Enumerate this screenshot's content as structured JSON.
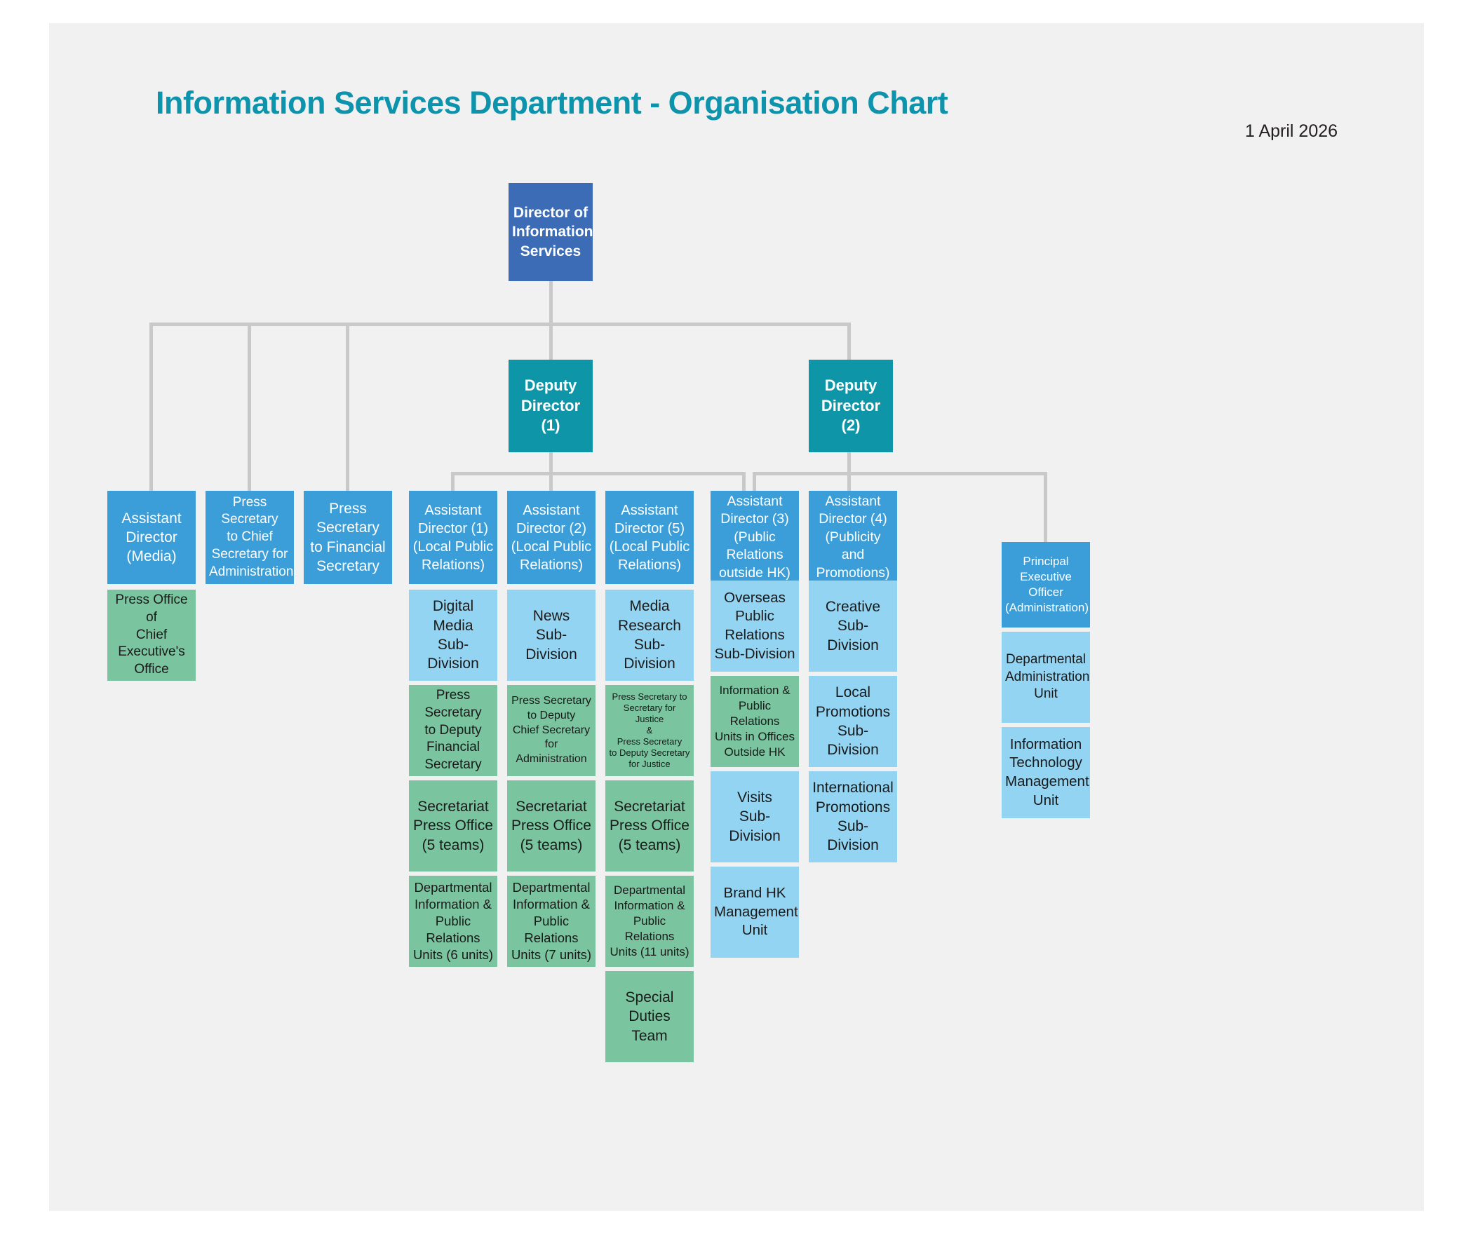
{
  "page": {
    "title": "Information Services Department - Organisation Chart",
    "date": "1 April 2026",
    "background": "#f1f1f1",
    "title_color": "#0d93ab"
  },
  "legend_colors": {
    "director": "#3b6cb5",
    "deputy_director": "#0e96a8",
    "assistant_director": "#3b9ed8",
    "sub_division": "#93d4f2",
    "unit_green": "#7ac49f",
    "connector": "#c9c9c9"
  },
  "nodes": {
    "director": "Director of\nInformation\nServices",
    "deputy_director_1": "Deputy Director\n(1)",
    "deputy_director_2": "Deputy Director\n(2)",
    "ad_media": "Assistant\nDirector (Media)",
    "press_sec_cs_admin": "Press Secretary\nto Chief\nSecretary for\nAdministration",
    "press_sec_fs": "Press Secretary\nto Financial\nSecretary",
    "ad_1": "Assistant\nDirector (1)\n(Local Public\nRelations)",
    "ad_2": "Assistant\nDirector (2)\n(Local Public\nRelations)",
    "ad_5": "Assistant\nDirector (5)\n(Local Public\nRelations)",
    "ad_3": "Assistant\nDirector (3)\n(Public Relations\noutside HK)",
    "ad_4": "Assistant\nDirector (4)\n(Publicity and\nPromotions)",
    "peo_admin": "Principal\nExecutive Officer\n(Administration)",
    "press_office_ceo": "Press Office of\nChief Executive's\nOffice",
    "digital_media_sub": "Digital Media\nSub-Division",
    "news_sub": "News\nSub-Division",
    "media_research_sub": "Media Research\nSub-Division",
    "overseas_pr_sub": "Overseas\nPublic Relations\nSub-Division",
    "creative_sub": "Creative\nSub-Division",
    "press_sec_dfs": "Press Secretary\nto Deputy\nFinancial\nSecretary",
    "press_sec_dcs_admin": "Press Secretary\nto Deputy\nChief Secretary\nfor Administration",
    "press_sec_sj": "Press Secretary to\nSecretary for Justice\n&\nPress Secretary\nto Deputy Secretary\nfor Justice",
    "ipr_units_outside_hk": "Information &\nPublic Relations\nUnits in Offices\nOutside HK",
    "local_promotions_sub": "Local\nPromotions\nSub-Division",
    "dept_admin_unit": "Departmental\nAdministration\nUnit",
    "secretariat_press_office_1": "Secretariat\nPress Office\n(5 teams)",
    "secretariat_press_office_2": "Secretariat\nPress Office\n(5 teams)",
    "secretariat_press_office_5": "Secretariat\nPress Office\n(5 teams)",
    "visits_sub": "Visits\nSub-Division",
    "intl_promotions_sub": "International\nPromotions\nSub-Division",
    "it_mgmt_unit": "Information\nTechnology\nManagement\nUnit",
    "dipr_units_6": "Departmental\nInformation &\nPublic Relations\nUnits (6 units)",
    "dipr_units_7": "Departmental\nInformation &\nPublic Relations\nUnits (7 units)",
    "dipr_units_11": "Departmental\nInformation &\nPublic Relations\nUnits (11 units)",
    "brand_hk_unit": "Brand HK\nManagement\nUnit",
    "special_duties_team": "Special Duties\nTeam"
  }
}
